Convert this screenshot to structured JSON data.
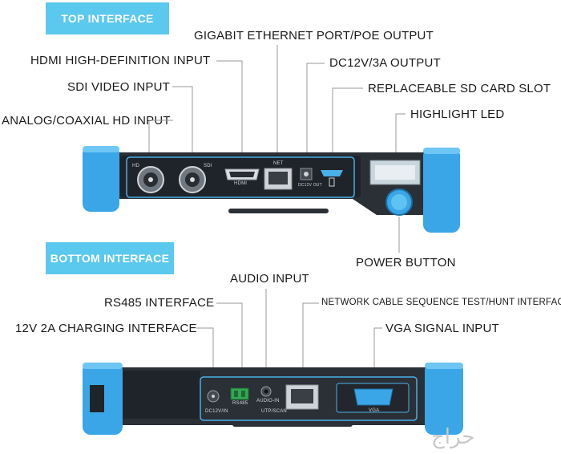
{
  "sections": {
    "top_title": "TOP INTERFACE",
    "bottom_title": "BOTTOM INTERFACE"
  },
  "top_labels": {
    "gigabit": "GIGABIT ETHERNET PORT/POE OUTPUT",
    "hdmi": "HDMI HIGH-DEFINITION INPUT",
    "dc": "DC12V/3A OUTPUT",
    "sdi": "SDI VIDEO INPUT",
    "sd_card": "REPLACEABLE SD CARD SLOT",
    "analog": "ANALOG/COAXIAL HD INPUT",
    "led": "HIGHLIGHT LED",
    "power": "POWER BUTTON"
  },
  "bottom_labels": {
    "audio": "AUDIO INPUT",
    "rs485": "RS485 INTERFACE",
    "network": "NETWORK CABLE SEQUENCE TEST/HUNT INTERFACE",
    "charging": "12V 2A CHARGING INTERFACE",
    "vga": "VGA SIGNAL INPUT"
  },
  "device_print": {
    "top_hd": "HD",
    "top_sdi": "SDI",
    "top_hdmi": "HDMI",
    "top_net": "NET",
    "top_dc": "DC12V OUT",
    "bottom_dc": "DC12V/IN",
    "bottom_rs485": "RS485",
    "bottom_audio": "AUDIO-IN",
    "bottom_utp": "UTP/SCAN",
    "bottom_vga": "VGA"
  },
  "watermark": "حراج",
  "colors": {
    "accent": "#5bc8ee",
    "bumper": "#3aa6e8",
    "body": "#2b2f36",
    "port_outline": "#49b0e8"
  }
}
